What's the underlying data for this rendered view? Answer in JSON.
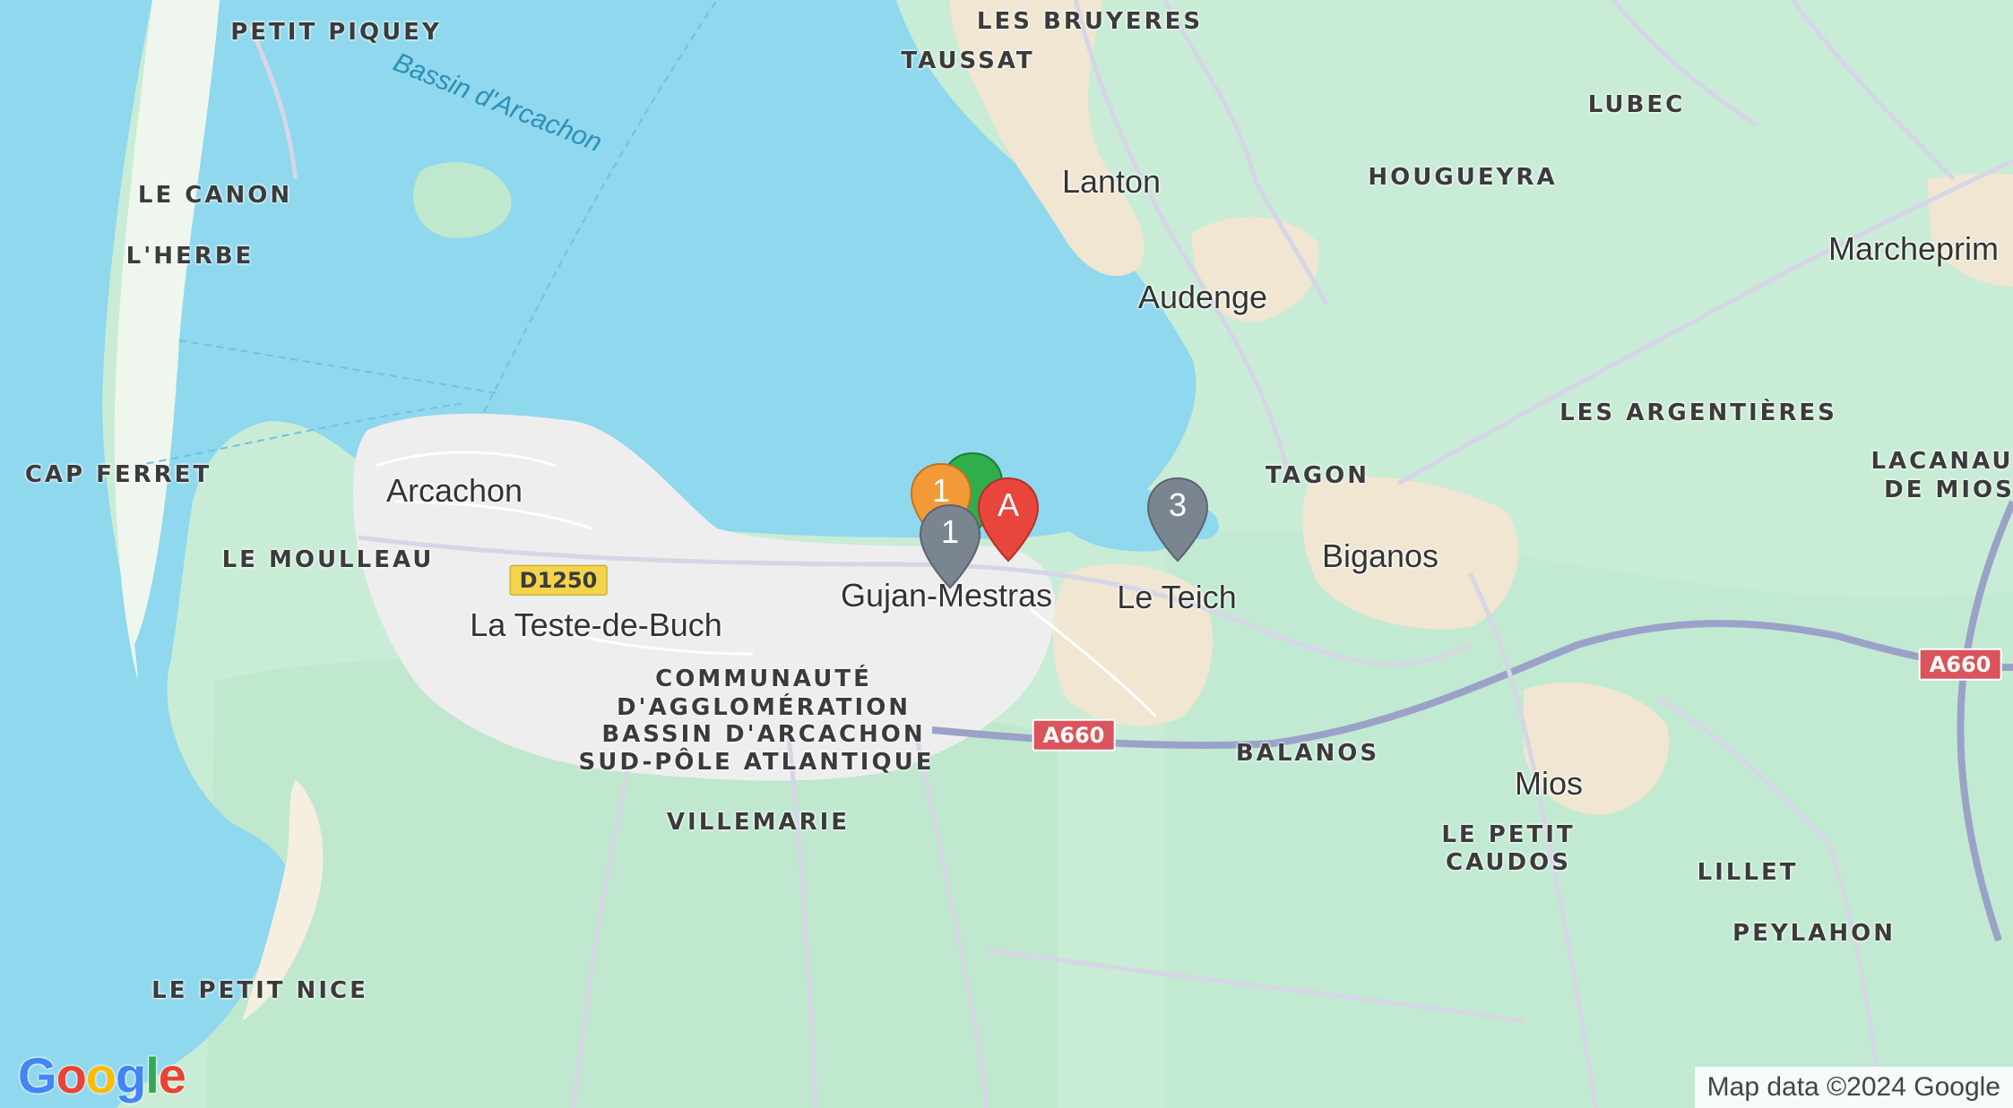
{
  "map": {
    "colors": {
      "water": "#8fd8ee",
      "land": "#c9ecd6",
      "forest": "#b4e3c4",
      "urban": "#efeeee",
      "suburb": "#f0e6d2",
      "dune": "#f6efdf",
      "road_major": "#ffffff",
      "road_minor": "#d6d6e6",
      "motorway": "#9aa2c8"
    },
    "labels": {
      "petit_piquey": "PETIT PIQUEY",
      "bassin_arcachon": "Bassin d'Arcachon",
      "le_canon": "LE CANON",
      "l_herbe": "L'HERBE",
      "cap_ferret": "CAP FERRET",
      "arcachon": "Arcachon",
      "le_moulleau": "LE MOULLEAU",
      "la_teste": "La Teste-de-Buch",
      "communaute_1": "COMMUNAUTÉ",
      "communaute_2": "D'AGGLOMÉRATION",
      "communaute_3": "BASSIN D'ARCACHON",
      "communaute_4": "SUD-PÔLE ATLANTIQUE",
      "villemarie": "VILLEMARIE",
      "le_petit_nice": "LE PETIT NICE",
      "les_bruyeres": "LES BRUYERES",
      "taussat": "TAUSSAT",
      "lanton": "Lanton",
      "audenge": "Audenge",
      "gujan_mestras": "Gujan-Mestras",
      "le_teich": "Le Teich",
      "tagon": "TAGON",
      "biganos": "Biganos",
      "balanos": "BALANOS",
      "mios": "Mios",
      "le_petit_caudos_1": "LE PETIT",
      "le_petit_caudos_2": "CAUDOS",
      "lillet": "LILLET",
      "peylahon": "PEYLAHON",
      "lubec": "LUBEC",
      "hougueyra": "HOUGUEYRA",
      "marcheprime": "Marcheprim",
      "les_argentieres": "LES ARGENTIÈRES",
      "lacanau_1": "LACANAU",
      "lacanau_2": "DE MIOS"
    },
    "road_shields": {
      "d1250": "D1250",
      "a660_center": "A660",
      "a660_right": "A660"
    },
    "markers": [
      {
        "id": "green",
        "label": "",
        "color": "#2fae4b"
      },
      {
        "id": "orange",
        "label": "1",
        "color": "#f29a38"
      },
      {
        "id": "red-a",
        "label": "A",
        "color": "#e8453c"
      },
      {
        "id": "gray-1",
        "label": "1",
        "color": "#7b858f"
      },
      {
        "id": "gray-3",
        "label": "3",
        "color": "#7b858f"
      }
    ],
    "logo": "Google",
    "logo_colors": [
      "#4285F4",
      "#EA4335",
      "#FBBC05",
      "#4285F4",
      "#34A853",
      "#EA4335"
    ],
    "attribution": "Map data ©2024 Google"
  }
}
